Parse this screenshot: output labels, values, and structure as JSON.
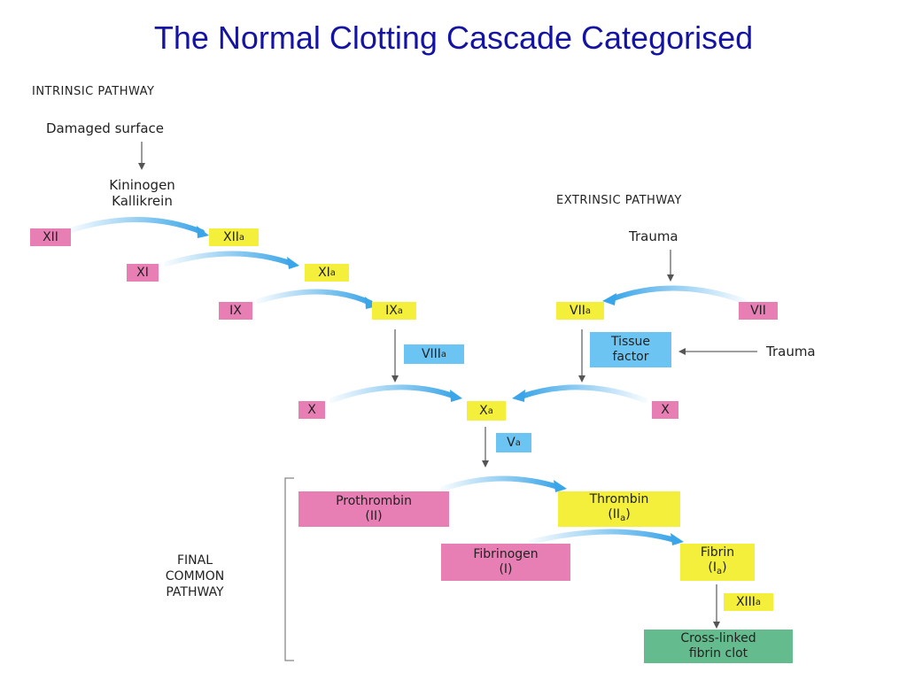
{
  "title": "The Normal Clotting Cascade Categorised",
  "headers": {
    "intrinsic": "INTRINSIC PATHWAY",
    "extrinsic": "EXTRINSIC PATHWAY",
    "final_common": [
      "FINAL",
      "COMMON",
      "PATHWAY"
    ]
  },
  "labels": {
    "damaged_surface": "Damaged surface",
    "kininogen": "Kininogen",
    "kallikrein": "Kallikrein",
    "trauma_top": "Trauma",
    "trauma_side": "Trauma"
  },
  "factors": {
    "xii": "XII",
    "xiia": {
      "base": "XII",
      "sub": "a"
    },
    "xi": "XI",
    "xia": {
      "base": "XI",
      "sub": "a"
    },
    "ix": "IX",
    "ixa": {
      "base": "IX",
      "sub": "a"
    },
    "viii_a": {
      "base": "VIII",
      "sub": "a"
    },
    "vii": "VII",
    "viia": {
      "base": "VII",
      "sub": "a"
    },
    "tissue_factor": [
      "Tissue",
      "factor"
    ],
    "x_left": "X",
    "xa": {
      "base": "X",
      "sub": "a"
    },
    "x_right": "X",
    "va": {
      "base": "V",
      "sub": "a"
    },
    "prothrombin": [
      "Prothrombin",
      "(II)"
    ],
    "thrombin": {
      "line1": "Thrombin",
      "line2_base": "(II",
      "line2_sub": "a",
      "line2_end": ")"
    },
    "fibrinogen": [
      "Fibrinogen",
      "(I)"
    ],
    "fibrin": {
      "line1": "Fibrin",
      "line2_base": "(I",
      "line2_sub": "a",
      "line2_end": ")"
    },
    "xiiia": {
      "base": "XIII",
      "sub": "a"
    },
    "clot": [
      "Cross-linked",
      "fibrin clot"
    ]
  },
  "colors": {
    "inactive": "#e77fb4",
    "active": "#f4ef3a",
    "cofactor": "#6cc4f2",
    "product": "#64bc8e",
    "arrow": "#3aa5e8",
    "title": "#1414a0"
  }
}
